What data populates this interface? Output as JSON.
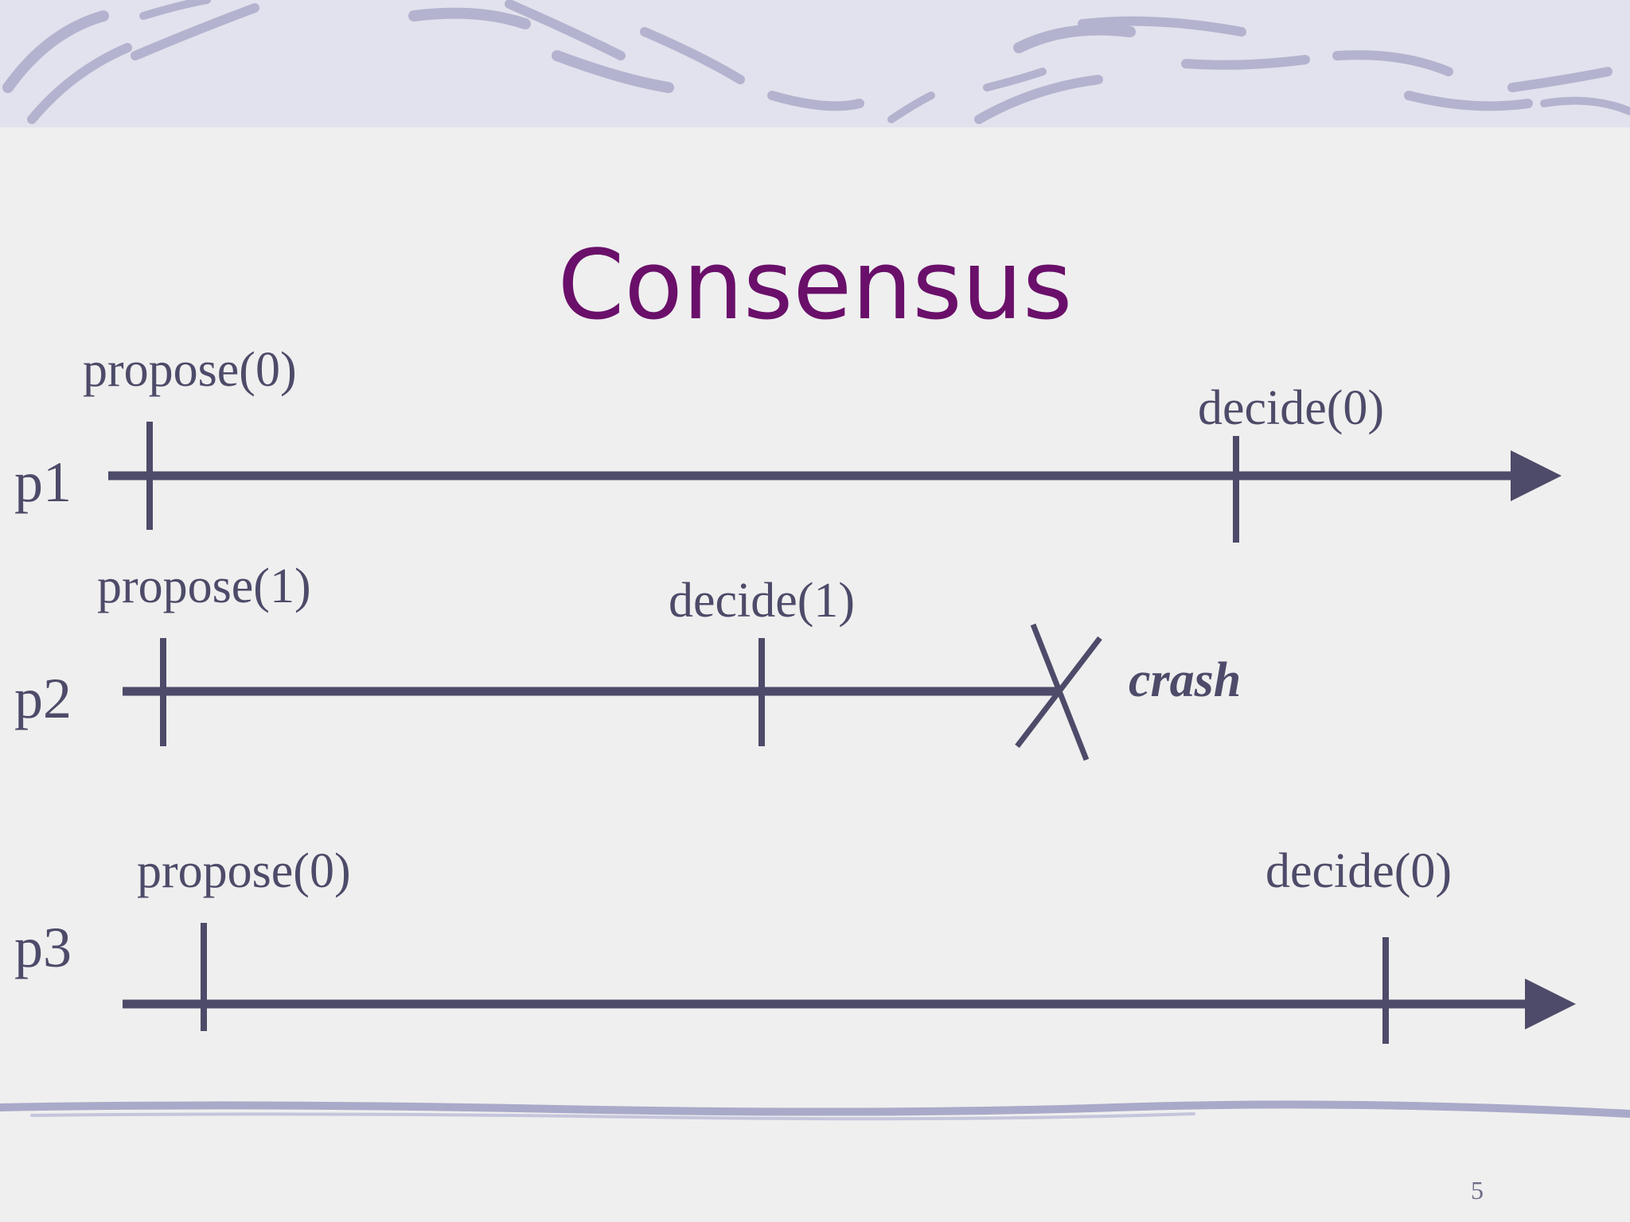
{
  "slide": {
    "title": "Consensus",
    "page_number": "5"
  },
  "processes": {
    "p1": {
      "label": "p1",
      "events": [
        {
          "text": "propose(0)"
        },
        {
          "text": "decide(0)"
        }
      ]
    },
    "p2": {
      "label": "p2",
      "events": [
        {
          "text": "propose(1)"
        },
        {
          "text": "decide(1)"
        }
      ],
      "crash_label": "crash"
    },
    "p3": {
      "label": "p3",
      "events": [
        {
          "text": "propose(0)"
        },
        {
          "text": "decide(0)"
        }
      ]
    }
  },
  "colors": {
    "line": "#4d4b69",
    "title": "#6a0f6a",
    "decoration": "#b3b3cf",
    "banner": "#e2e2ee"
  }
}
